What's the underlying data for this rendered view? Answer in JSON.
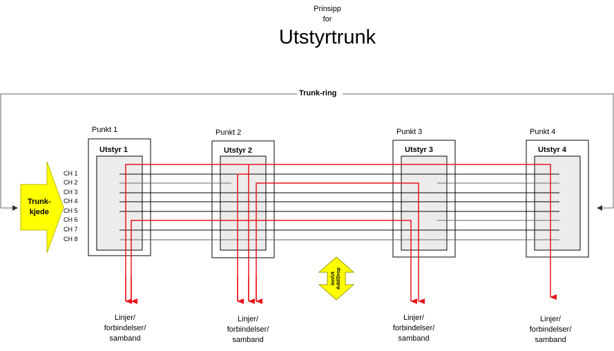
{
  "header": {
    "pre_line1": "Prinsipp",
    "pre_line2": "for",
    "title": "Utstyrtrunk"
  },
  "ring_label": "Trunk-ring",
  "trunk_arrow": {
    "line1": "Trunk-",
    "line2": "kjede"
  },
  "channels": [
    "CH 1",
    "CH 2",
    "CH 3",
    "CH 4",
    "CH 5",
    "CH 6",
    "CH 7",
    "CH 8"
  ],
  "points": [
    {
      "punkt": "Punkt 1",
      "utstyr": "Utstyr 1"
    },
    {
      "punkt": "Punkt 2",
      "utstyr": "Utstyr 2"
    },
    {
      "punkt": "Punkt 3",
      "utstyr": "Utstyr 3"
    },
    {
      "punkt": "Punkt 4",
      "utstyr": "Utstyr 4"
    }
  ],
  "outputs": [
    {
      "line1": "Linjer/",
      "line2": "forbindelser/",
      "line3": "samband"
    },
    {
      "line1": "Linjer/",
      "line2": "forbindelser/",
      "line3": "samband"
    },
    {
      "line1": "Linjer/",
      "line2": "forbindelser/",
      "line3": "samband"
    },
    {
      "line1": "Linjer/",
      "line2": "forbindelser/",
      "line3": "samband"
    }
  ],
  "add_drop": {
    "line1": "Inn/Ut",
    "line2": "Add/Drop"
  },
  "colors": {
    "red": "#e8141c",
    "yellow": "#ffff00",
    "box_fill": "#ececec",
    "line": "#000000"
  }
}
